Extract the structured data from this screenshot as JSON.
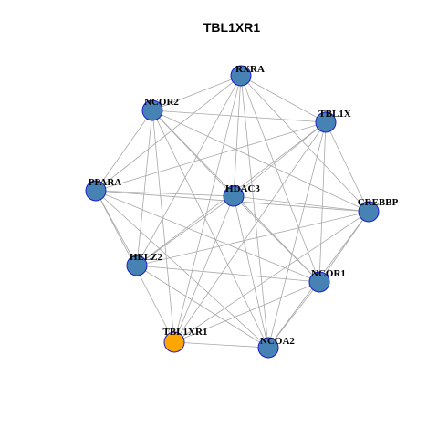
{
  "title": "TBL1XR1",
  "colors": {
    "node_fill": "#4682B4",
    "node_stroke": "#1C1CCC",
    "focus_fill": "#FFA500",
    "edge": "#A8A8A8"
  },
  "nodes": [
    {
      "id": "RXRA",
      "label": "RXRA",
      "focus": false
    },
    {
      "id": "NCOR2",
      "label": "NCOR2",
      "focus": false
    },
    {
      "id": "TBL1X",
      "label": "TBL1X",
      "focus": false
    },
    {
      "id": "PPARA",
      "label": "PPARA",
      "focus": false
    },
    {
      "id": "HDAC3",
      "label": "HDAC3",
      "focus": false
    },
    {
      "id": "CREBBP",
      "label": "CREBBP",
      "focus": false
    },
    {
      "id": "HELZ2",
      "label": "HELZ2",
      "focus": false
    },
    {
      "id": "NCOR1",
      "label": "NCOR1",
      "focus": false
    },
    {
      "id": "TBL1XR1",
      "label": "TBL1XR1",
      "focus": true
    },
    {
      "id": "NCOA2",
      "label": "NCOA2",
      "focus": false
    }
  ],
  "edges": [
    [
      "RXRA",
      "NCOR2"
    ],
    [
      "RXRA",
      "TBL1X"
    ],
    [
      "RXRA",
      "PPARA"
    ],
    [
      "RXRA",
      "HDAC3"
    ],
    [
      "RXRA",
      "CREBBP"
    ],
    [
      "RXRA",
      "HELZ2"
    ],
    [
      "RXRA",
      "NCOR1"
    ],
    [
      "RXRA",
      "TBL1XR1"
    ],
    [
      "RXRA",
      "NCOA2"
    ],
    [
      "NCOR2",
      "TBL1X"
    ],
    [
      "NCOR2",
      "PPARA"
    ],
    [
      "NCOR2",
      "HDAC3"
    ],
    [
      "NCOR2",
      "CREBBP"
    ],
    [
      "NCOR2",
      "HELZ2"
    ],
    [
      "NCOR2",
      "NCOR1"
    ],
    [
      "NCOR2",
      "TBL1XR1"
    ],
    [
      "NCOR2",
      "NCOA2"
    ],
    [
      "TBL1X",
      "PPARA"
    ],
    [
      "TBL1X",
      "HDAC3"
    ],
    [
      "TBL1X",
      "CREBBP"
    ],
    [
      "TBL1X",
      "HELZ2"
    ],
    [
      "TBL1X",
      "NCOR1"
    ],
    [
      "TBL1X",
      "TBL1XR1"
    ],
    [
      "TBL1X",
      "NCOA2"
    ],
    [
      "PPARA",
      "HDAC3"
    ],
    [
      "PPARA",
      "CREBBP"
    ],
    [
      "PPARA",
      "HELZ2"
    ],
    [
      "PPARA",
      "NCOR1"
    ],
    [
      "PPARA",
      "TBL1XR1"
    ],
    [
      "PPARA",
      "NCOA2"
    ],
    [
      "HDAC3",
      "CREBBP"
    ],
    [
      "HDAC3",
      "HELZ2"
    ],
    [
      "HDAC3",
      "NCOR1"
    ],
    [
      "HDAC3",
      "TBL1XR1"
    ],
    [
      "HDAC3",
      "NCOA2"
    ],
    [
      "CREBBP",
      "HELZ2"
    ],
    [
      "CREBBP",
      "NCOR1"
    ],
    [
      "CREBBP",
      "TBL1XR1"
    ],
    [
      "CREBBP",
      "NCOA2"
    ],
    [
      "HELZ2",
      "NCOR1"
    ],
    [
      "HELZ2",
      "NCOA2"
    ],
    [
      "NCOR1",
      "TBL1XR1"
    ],
    [
      "NCOR1",
      "NCOA2"
    ],
    [
      "TBL1XR1",
      "NCOA2"
    ]
  ]
}
